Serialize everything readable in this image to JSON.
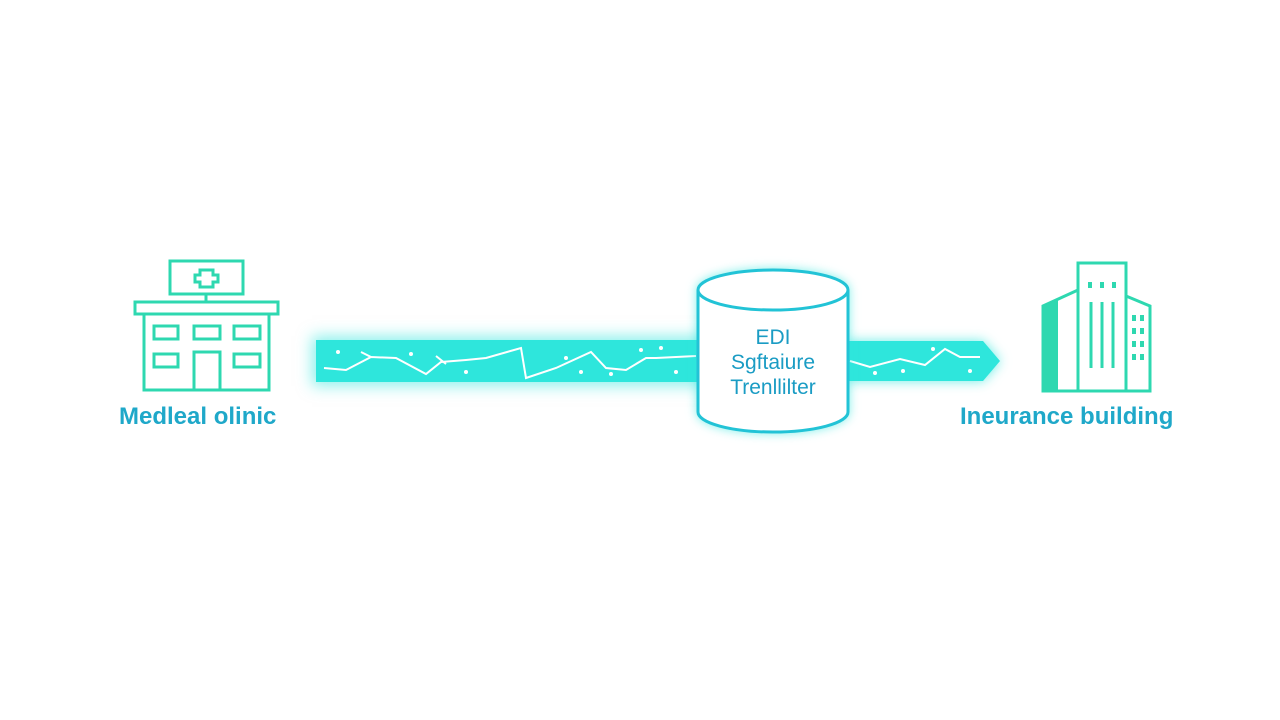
{
  "diagram": {
    "source": {
      "label": "Medleal olinic",
      "icon": "hospital-building-icon"
    },
    "middle": {
      "lines": [
        "EDI",
        "Sgftaiure",
        "Trenllilter"
      ],
      "icon": "database-cylinder-icon"
    },
    "target": {
      "label": "Ineurance building",
      "icon": "office-building-icon"
    },
    "flow": {
      "direction": "left-to-right",
      "style": "data-stream-arrow"
    }
  },
  "colors": {
    "icon_stroke": "#2ed8b0",
    "band": "#2ee6dc",
    "label_text": "#1fa8c9",
    "cylinder_stroke": "#22c3d6"
  }
}
